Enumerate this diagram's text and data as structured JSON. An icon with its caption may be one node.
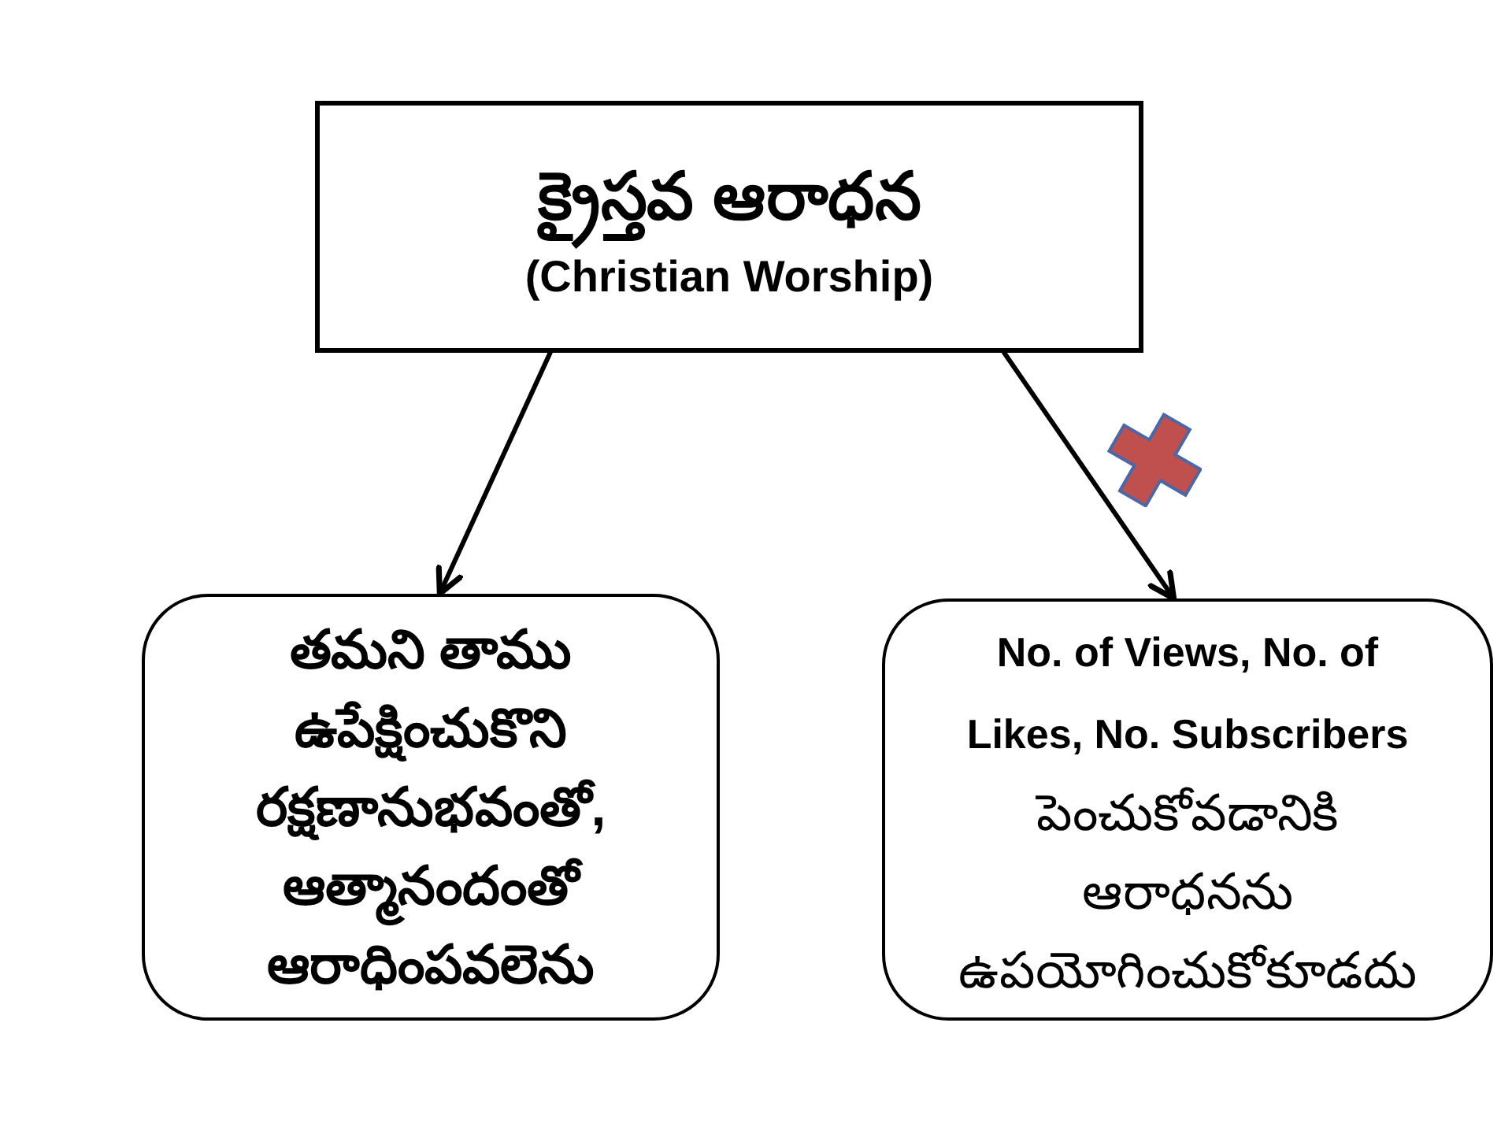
{
  "diagram": {
    "nodes": [
      {
        "text": [
          "క్రైస్తవ ఆరాధన",
          "(Christian Worship)"
        ]
      },
      {
        "text": [
          "తమని తాము ఉపేక్షించుకొని రక్షణానుభవంతో, ఆత్మానందంతో ఆరాధింపవలెను"
        ]
      },
      {
        "text": [
          "**No. of Views, No. of Likes, No. Subscribers** పెంచుకోవడానికి ఆరాధనను ఉపయోగించుకోకూడదు"
        ]
      }
    ],
    "edges": [
      {
        "from": 0,
        "to": 1,
        "arrow": "to"
      },
      {
        "from": 0,
        "to": 2,
        "arrow": "to"
      }
    ]
  }
}
